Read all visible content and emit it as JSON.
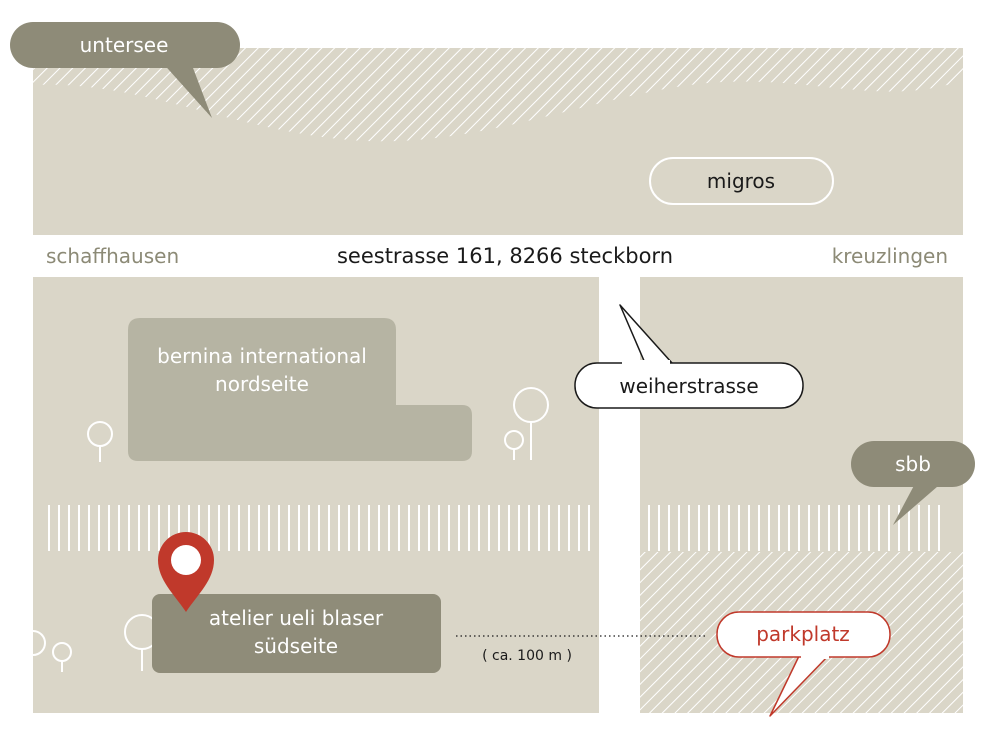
{
  "labels": {
    "lake": "untersee",
    "supermarket": "migros",
    "west": "schaffhausen",
    "address": "seestrasse 161, 8266  steckborn",
    "east": "kreuzlingen",
    "building_north_line1": "bernina international",
    "building_north_line2": "nordseite",
    "side_street": "weiherstrasse",
    "railway": "sbb",
    "atelier_line1": "atelier ueli blaser",
    "atelier_line2": "südseite",
    "distance": "( ca. 100 m )",
    "parking": "parkplatz"
  },
  "colors": {
    "land": "#dad6c8",
    "lake_hatch": "#ffffff",
    "road": "#ffffff",
    "building_light": "#b6b4a3",
    "building_dark": "#8f8c79",
    "callout_dark": "#8e8b78",
    "text_dark": "#1a1a1a",
    "text_muted": "#8c8a76",
    "accent_red": "#c0392b"
  },
  "icons": {
    "location_pin": "map-pin-icon",
    "trees": "tree-icon"
  }
}
